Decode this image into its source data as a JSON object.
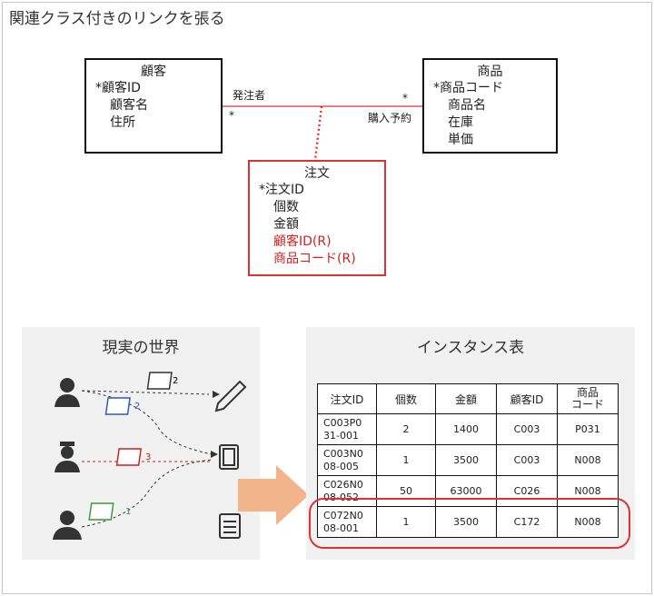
{
  "title": "関連クラス付きのリンクを張る",
  "customer": {
    "name": "顧客",
    "attrs": [
      "*顧客ID",
      "顧客名",
      "住所"
    ]
  },
  "product": {
    "name": "商品",
    "attrs": [
      "*商品コード",
      "商品名",
      "在庫",
      "単価"
    ]
  },
  "order": {
    "name": "注文",
    "attrs": [
      "*注文ID",
      "個数",
      "金額"
    ],
    "fk_attrs": [
      "顧客ID(R)",
      "商品コード(R)"
    ]
  },
  "association": {
    "left_role": "発注者",
    "left_mult": "*",
    "right_role": "購入予約",
    "right_mult": "*"
  },
  "real_world": {
    "title": "現実の世界",
    "slip_labels": [
      "2",
      "2",
      "3",
      "1"
    ]
  },
  "instance_table": {
    "title": "インスタンス表",
    "headers": [
      "注文ID",
      "個数",
      "金額",
      "顧客ID",
      "商品\nコード"
    ],
    "rows": [
      [
        "C003P0\n31-001",
        "2",
        "1400",
        "C003",
        "P031"
      ],
      [
        "C003N0\n08-005",
        "1",
        "3500",
        "C003",
        "N008"
      ],
      [
        "C026N0\n08-052",
        "50",
        "63000",
        "C026",
        "N008"
      ],
      [
        "C072N0\n08-001",
        "1",
        "3500",
        "C172",
        "N008"
      ]
    ]
  },
  "colors": {
    "accent_red": "#e03030",
    "arrow_orange": "#f2b48a",
    "panel_gray": "#f1f1f1"
  }
}
